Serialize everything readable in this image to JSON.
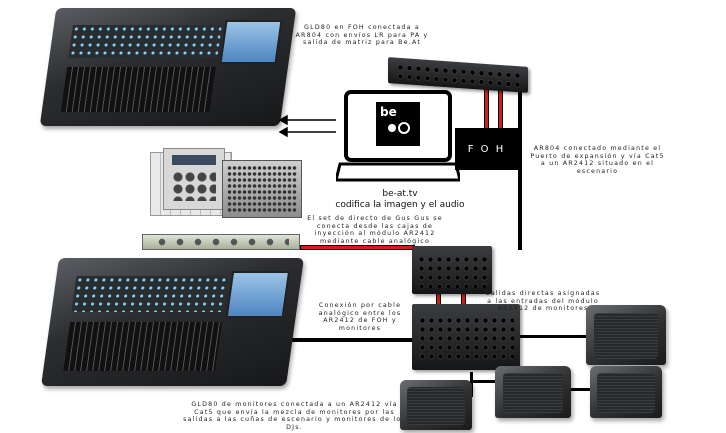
{
  "notes": {
    "foh_console": "GLD80 en FOH conectada a AR804 con envíos LR para PA y salida de matriz para Be.At",
    "ar804": "AR804 conectado mediante el Puerto de expansión y vía Cat5 a un AR2412 situado en el escenario",
    "live_set": "El set de directo de Gus Gus se conecta desde las cajas de inyección al módulo AR2412 mediante cable analógico",
    "analog_link": "Conexión por cable analógico entre los AR2412 de FOH y monitores",
    "direct_outs": "Salidas directas asignadas a las entradas del módulo AR2412 de monitores",
    "monitor_console": "GLD80 de monitores conectada a un AR2412 vía Cat5 que envía la mezcla de monitores por las salidas a las cuñas de escenario y monitores de los DJs."
  },
  "laptop": {
    "logo": "be",
    "caption_line1": "be-at.tv",
    "caption_line2": "codifica la imagen y el audio"
  },
  "foh_box": {
    "label": "F O H"
  },
  "colors": {
    "red_cable": "#d21f12",
    "cat5": "#000000",
    "screen": "#6fa3d6"
  }
}
